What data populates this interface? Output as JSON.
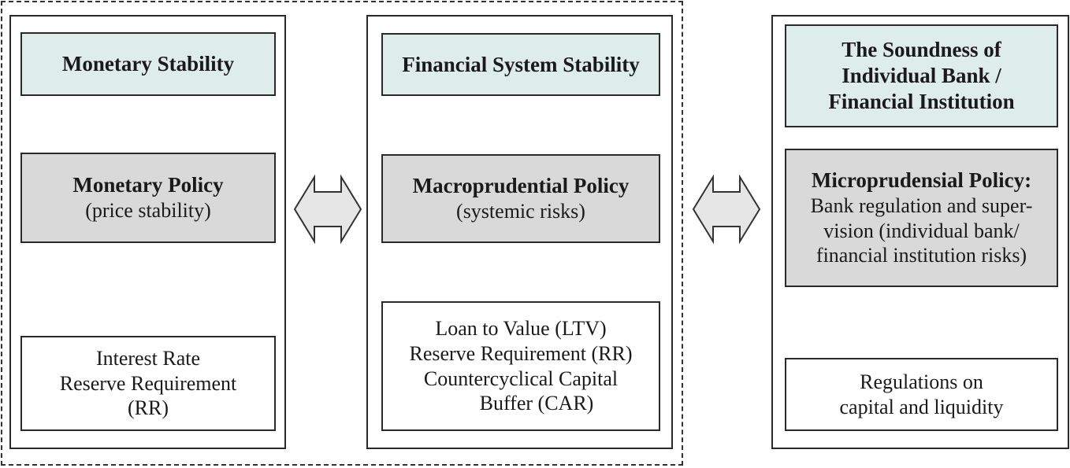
{
  "panels": {
    "monetary": {
      "title": "Monetary Stability",
      "policy_head": "Monetary Policy",
      "policy_sub": "(price stability)",
      "instruments": [
        "Interest Rate",
        "Reserve Requirement",
        "(RR)"
      ]
    },
    "financial": {
      "title": "Financial System Stability",
      "policy_head": "Macroprudential Policy",
      "policy_sub": "(systemic risks)",
      "instruments": [
        "Loan to Value (LTV)",
        "Reserve Requirement (RR)",
        "Countercyclical Capital",
        "Buffer (CAR)"
      ]
    },
    "soundness": {
      "title_lines": [
        "The Soundness of",
        "Individual Bank /",
        "Financial Institution"
      ],
      "policy_head": "Microprudensial Policy:",
      "policy_lines": [
        "Bank regulation and super-",
        "vision (individual bank/",
        "financial institution risks)"
      ],
      "instruments": [
        "Regulations on",
        "capital and liquidity"
      ]
    }
  },
  "arrows": {
    "fill": "#e6e6e6",
    "stroke": "#333333",
    "type": "double-headed"
  },
  "colors": {
    "title_fill": "#deecea",
    "policy_fill": "#d9d9d9"
  }
}
